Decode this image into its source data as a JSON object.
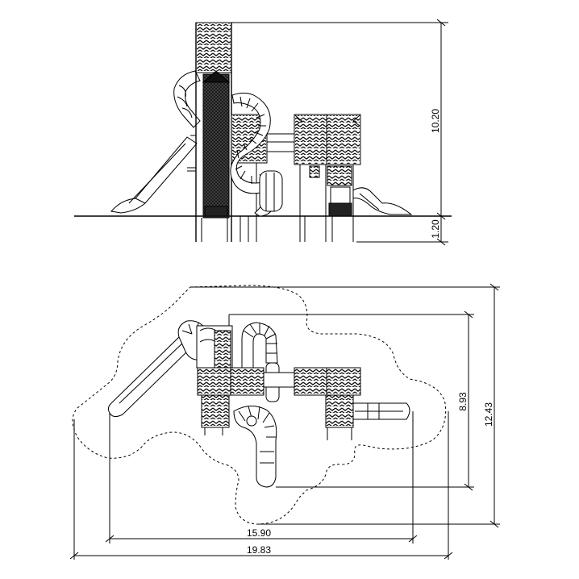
{
  "dimensions": {
    "height_above_ground": "10.20",
    "depth_below_ground": "1.20",
    "plan_depth_inner": "8.93",
    "plan_depth_outer": "12.43",
    "plan_width_inner": "15.90",
    "plan_width_outer": "19.83"
  }
}
